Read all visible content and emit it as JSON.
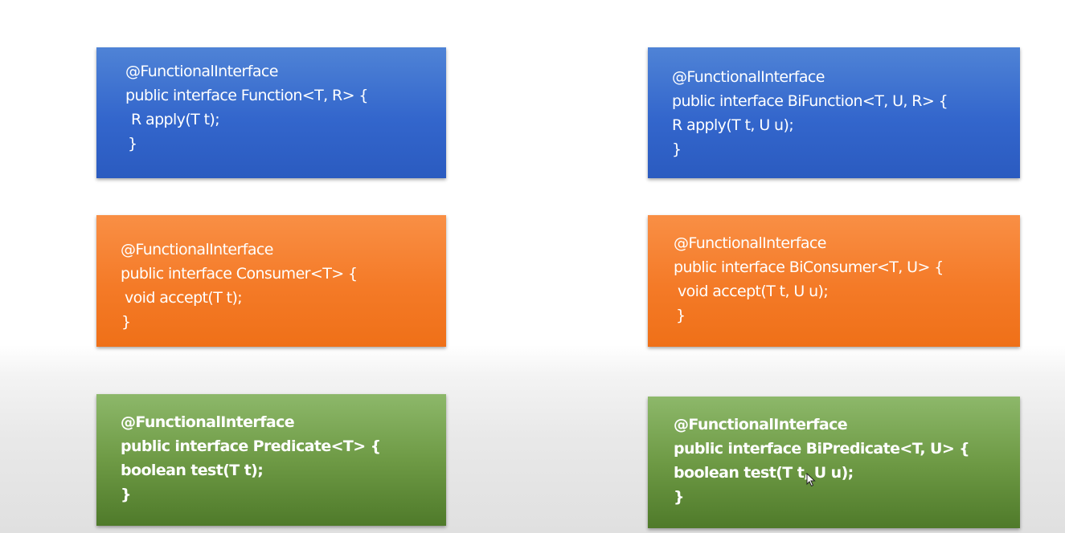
{
  "cards": [
    {
      "id": "function",
      "color": "#3366cc",
      "lines": [
        "@FunctionalInterface",
        "public interface Function<T, R> {",
        "R apply(T t);",
        "}"
      ]
    },
    {
      "id": "bifunction",
      "color": "#3366cc",
      "lines": [
        "@FunctionalInterface",
        "public interface BiFunction<T, U, R> {",
        "R apply(T t, U u);",
        "}"
      ]
    },
    {
      "id": "consumer",
      "color": "#f47a27",
      "lines": [
        "@FunctionalInterface",
        "public interface Consumer<T> {",
        "void accept(T t);",
        "}"
      ]
    },
    {
      "id": "biconsumer",
      "color": "#f47a27",
      "lines": [
        "@FunctionalInterface",
        "public interface BiConsumer<T, U> {",
        "void accept(T t, U u);",
        "}"
      ]
    },
    {
      "id": "predicate",
      "color": "#6e9a45",
      "lines": [
        "@FunctionalInterface",
        "public interface Predicate<T> {",
        "boolean test(T t);",
        "}"
      ]
    },
    {
      "id": "bipredicate",
      "color": "#6e9a45",
      "lines": [
        "@FunctionalInterface",
        "public interface BiPredicate<T, U> {",
        "boolean test(T t, U u);",
        "}"
      ]
    }
  ],
  "cursor": {
    "icon": "mouse-pointer-icon"
  }
}
